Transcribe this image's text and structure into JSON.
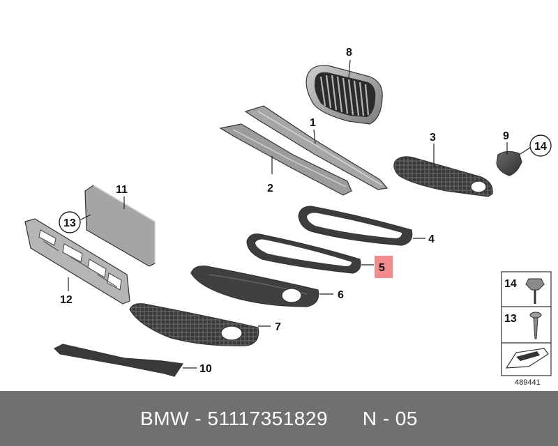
{
  "diagram": {
    "callouts": {
      "c1": "1",
      "c2": "2",
      "c3": "3",
      "c4": "4",
      "c5": "5",
      "c6": "6",
      "c7": "7",
      "c8": "8",
      "c9": "9",
      "c10": "10",
      "c11": "11",
      "c12": "12",
      "c13": "13",
      "c14": "14"
    },
    "legend": {
      "item14": "14",
      "item13": "13"
    },
    "reference_number": "489441",
    "highlight_color": "#f28b8b",
    "part_color": "#4a4a4a",
    "light_part_color": "#9a9a9a"
  },
  "footer": {
    "brand": "BMW",
    "sep1": " - ",
    "part_number": "51117351829",
    "gap": "      ",
    "position": "N - 05"
  }
}
